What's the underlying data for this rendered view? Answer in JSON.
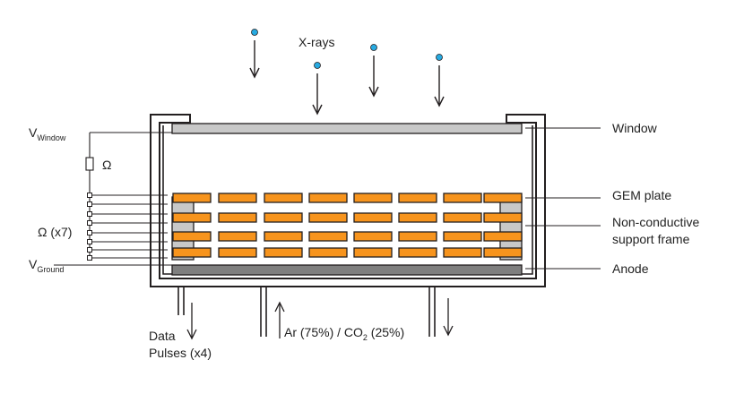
{
  "labels": {
    "xrays": "X-rays",
    "v_window_main": "V",
    "v_window_sub": "Window",
    "omega": "Ω",
    "omega_x7": "Ω (x7)",
    "v_ground_main": "V",
    "v_ground_sub": "Ground",
    "window": "Window",
    "gem_plate": "GEM plate",
    "support_frame_line1": "Non-conductive",
    "support_frame_line2": "support frame",
    "anode": "Anode",
    "data_line1": "Data",
    "data_line2": "Pulses (x4)",
    "gas_part1": "Ar (75%) / CO",
    "gas_sub": "2",
    "gas_part2": " (25%)"
  },
  "colors": {
    "gem_fill": "#f7941d",
    "window_fill": "#c8c8c8",
    "anode_fill": "#7f7f7f",
    "support_fill": "#c8c8c8",
    "photon_fill": "#27aae1",
    "stroke": "#231f20"
  },
  "structure": {
    "gem_plate_count": 4,
    "gem_segments_per_plate": 8,
    "resistor_count": 7
  }
}
